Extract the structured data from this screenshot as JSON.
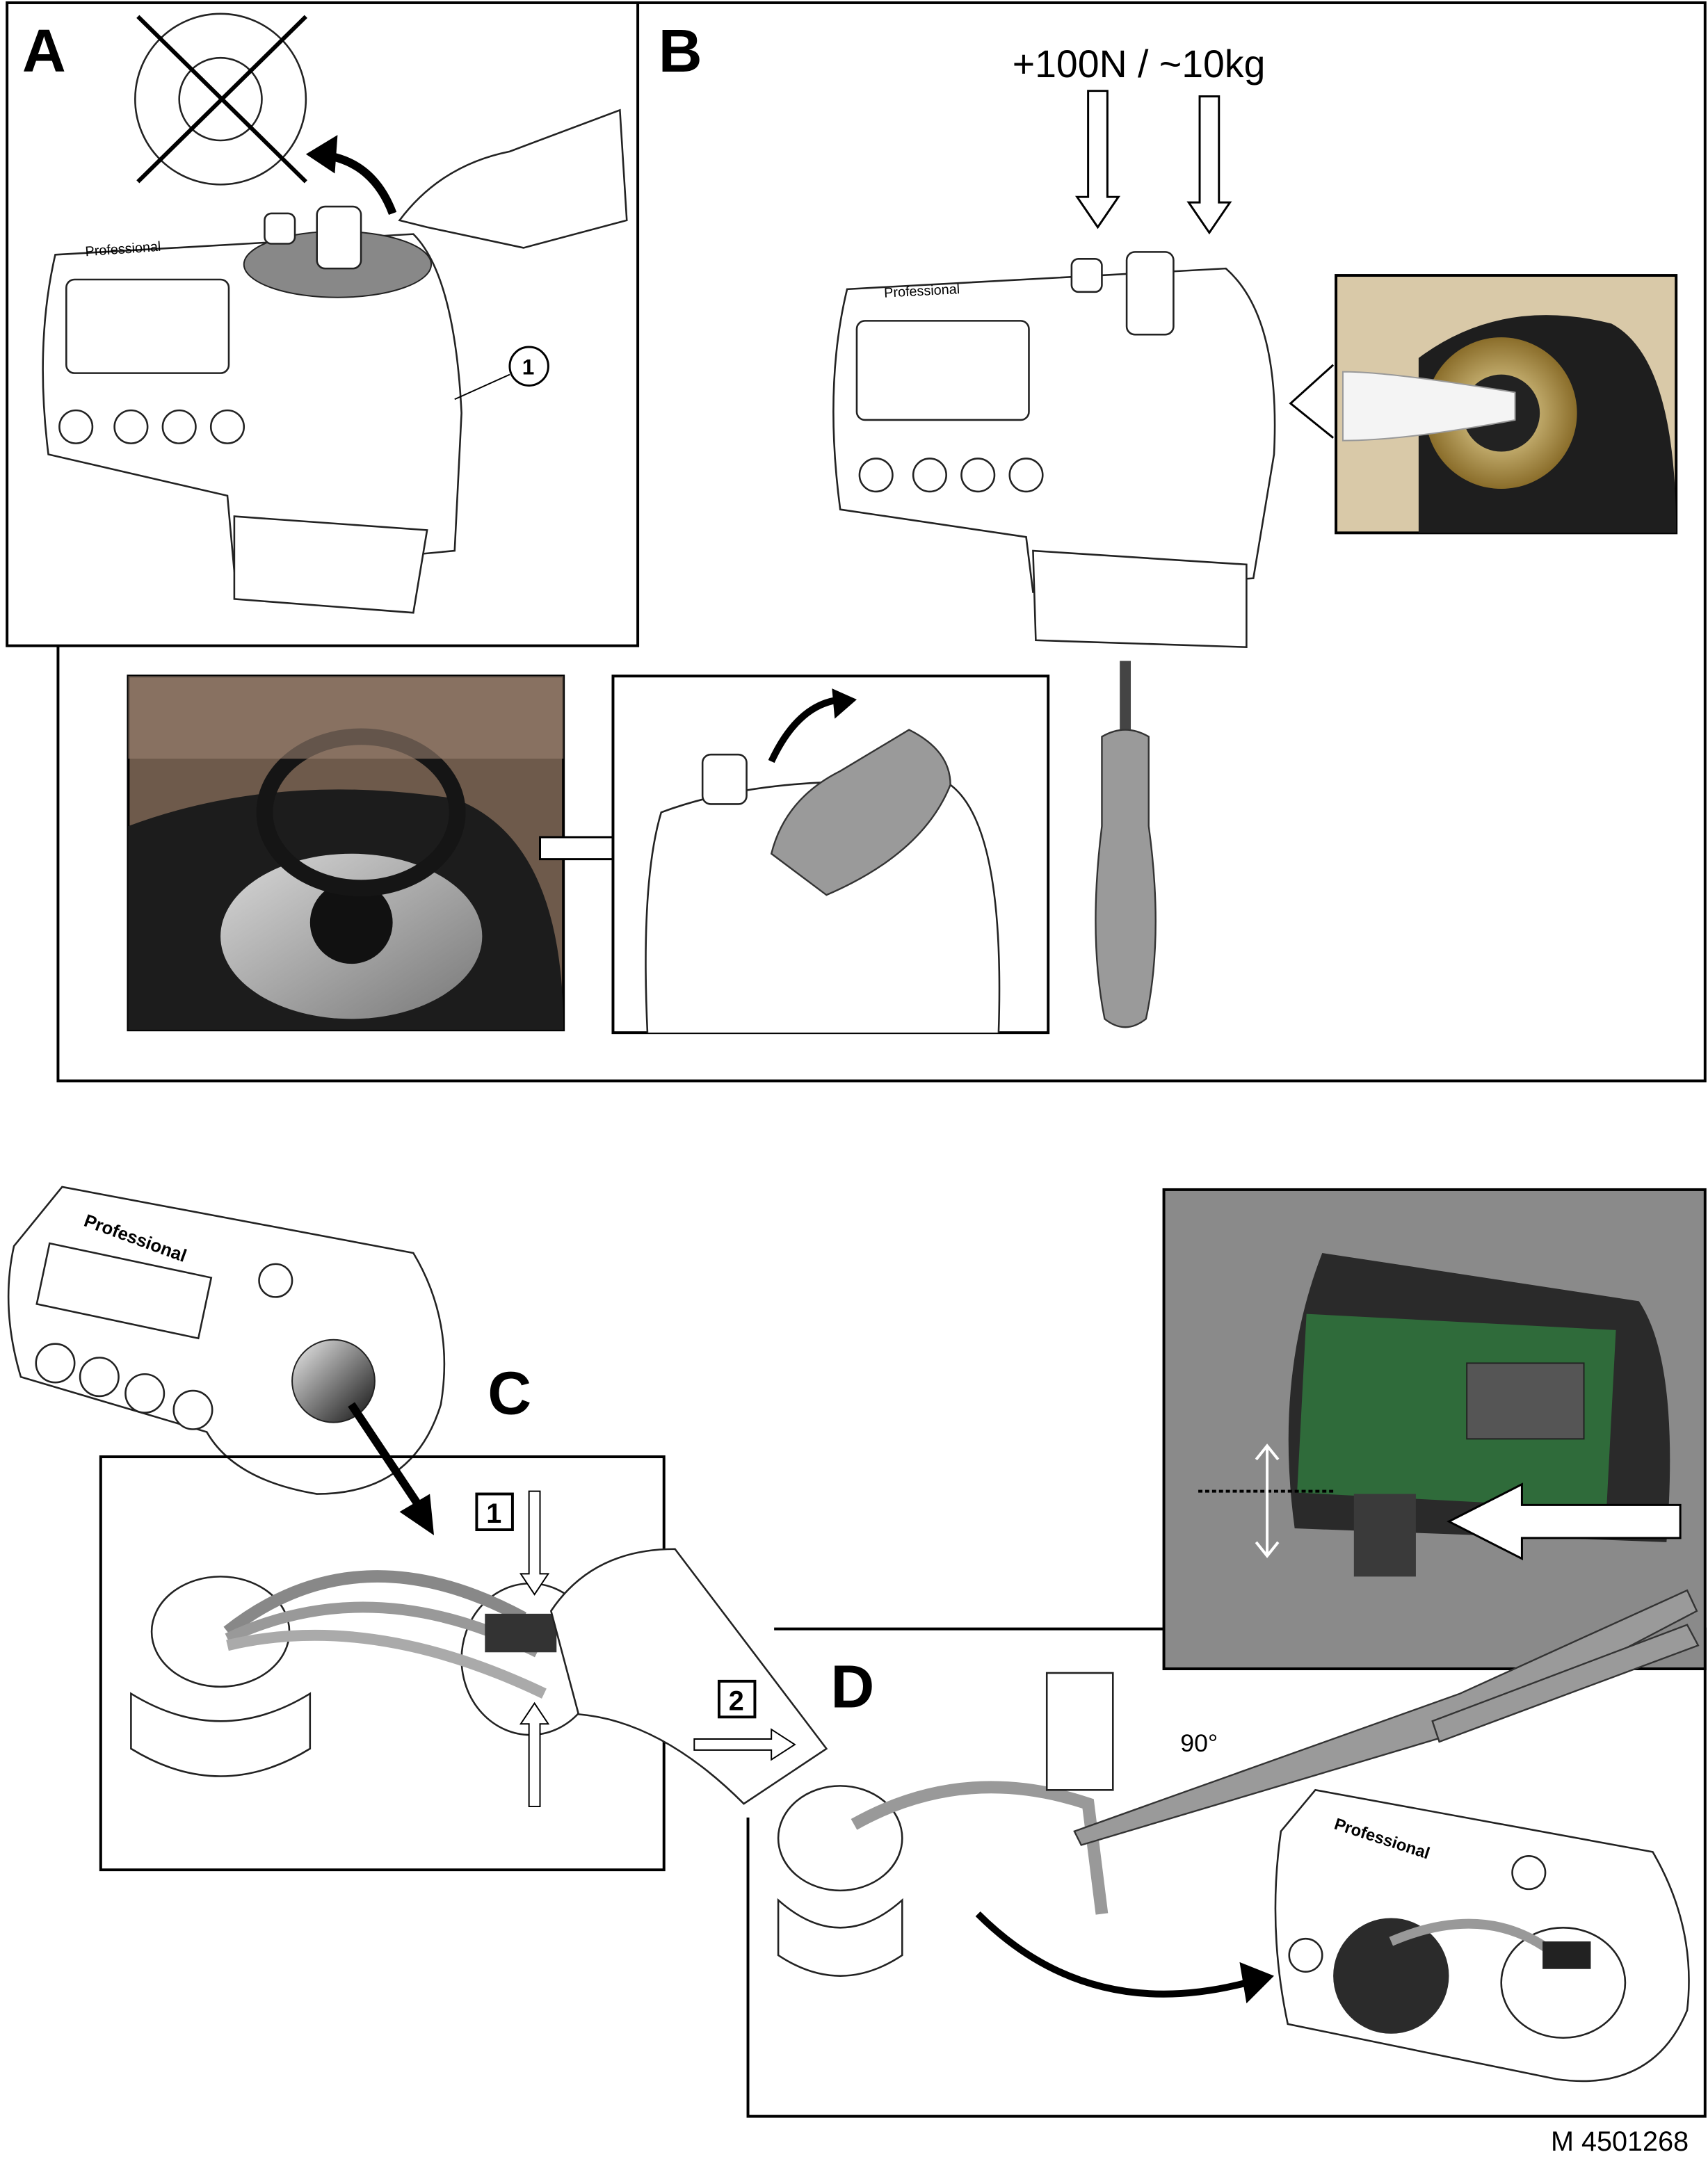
{
  "panels": {
    "a": {
      "label": "A",
      "callout": "1"
    },
    "b": {
      "label": "B",
      "force": "+100N / ~10kg"
    },
    "c": {
      "label": "C",
      "step1": "1",
      "step2": "2"
    },
    "d": {
      "label": "D",
      "angle": "90°"
    }
  },
  "logo_text": "Professional",
  "document_number": "M 4501268",
  "colors": {
    "ink": "#000000",
    "photo_dark": "#2b2b2b",
    "pcb_green": "#2f6b3a",
    "brass": "#c8a95a"
  }
}
